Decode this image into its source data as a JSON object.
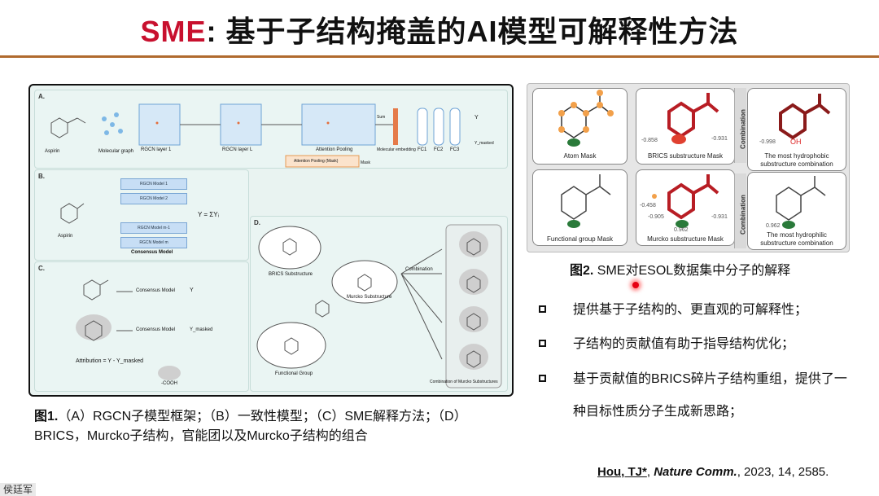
{
  "title": {
    "accent": "SME",
    "rest": ": 基于子结构掩盖的AI模型可解释性方法"
  },
  "figure1": {
    "panel_labels": [
      "A.",
      "B.",
      "C.",
      "D."
    ],
    "panel_a": {
      "molecule_name": "Aspirin",
      "molecular_graph": "Molecular graph",
      "layers": [
        "RGCN layer 1",
        "RGCN layer L",
        "Attention Pooling",
        "Attention Pooling (Mask)"
      ],
      "molecular_embedding": "Molecular embedding",
      "fc_layers": [
        "FC1",
        "FC2",
        "FC3"
      ],
      "sum": "Sum",
      "mask": "Mask",
      "outputs": [
        "Y",
        "Y_masked"
      ]
    },
    "panel_b": {
      "molecule": "Aspirin",
      "models": [
        "RGCN Model 1",
        "RGCN Model 2",
        "RGCN Model m-1",
        "RGCN Model m"
      ],
      "consensus": "Consensus Model",
      "formula": "Y = ΣYᵢ"
    },
    "panel_c": {
      "consensus": "Consensus Model",
      "out1": "Y",
      "out2": "Y_masked",
      "attribution": "Attribution = Y - Y_masked",
      "group": "-COOH"
    },
    "panel_d": {
      "brics": "BRICS Substructure",
      "murcko": "Murcko Substructure",
      "functional": "Functional Group",
      "combination": "Combination",
      "combination_label": "Combination of Murcko Substructures"
    }
  },
  "figure2": {
    "cells": [
      {
        "label": "Atom Mask"
      },
      {
        "label": "BRICS substructure Mask",
        "values": [
          "-0.858",
          "-0.931"
        ]
      },
      {
        "label": "The most hydrophobic substructure combination",
        "values": [
          "-0.998"
        ],
        "atom": "OH"
      },
      {
        "label": "Functional group Mask"
      },
      {
        "label": "Murcko substructure Mask",
        "values": [
          "-0.458",
          "-0.905",
          "0.962",
          "-0.931"
        ]
      },
      {
        "label": "The most hydrophilic substructure combination",
        "values": [
          "0.962"
        ]
      }
    ],
    "combination_label": "Combination"
  },
  "caption1": {
    "num": "图1.",
    "text": "（A）RGCN子模型框架；（B）一致性模型；（C）SME解释方法；（D）BRICS，Murcko子结构，官能团以及Murcko子结构的组合"
  },
  "caption2": {
    "num": "图2.",
    "text": " SME对ESOL数据集中分子的解释"
  },
  "bullets": [
    "提供基于子结构的、更直观的可解释性；",
    "子结构的贡献值有助于指导结构优化；",
    "基于贡献值的BRICS碎片子结构重组，提供了一种目标性质分子生成新思路；"
  ],
  "citation": {
    "author": "Hou, TJ*",
    "journal": "Nature Comm.",
    "details": ", 2023, 14, 2585."
  },
  "badge": "侯廷军",
  "colors": {
    "accent": "#c8102e",
    "rule": "#b06a2e",
    "mol_red": "#b81d24",
    "atom_orange": "#f2a04a",
    "mask_green": "#2a7a3a"
  }
}
